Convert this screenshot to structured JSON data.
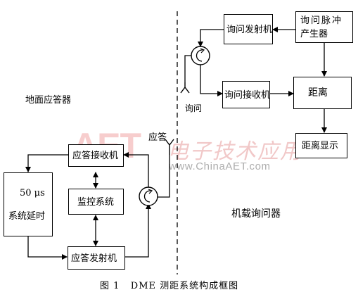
{
  "diagram": {
    "watermark": {
      "logo": "AET",
      "chinese": "电子技术应用",
      "url": "www.ChinaAET.com"
    },
    "labels": {
      "ground_transponder": "地面应答器",
      "transponder_antenna": "应答",
      "interrogator_antenna": "询问",
      "airborne_interrogator": "机载询问器"
    },
    "boxes": {
      "reply_receiver": "应答接收机",
      "delay_value": "50 μs",
      "delay_name": "系统延时",
      "monitor": "监控系统",
      "reply_transmitter": "应答发射机",
      "interrogation_transmitter": "询问发射机",
      "pulse_generator_1": "询问脉冲",
      "pulse_generator_2": "产生器",
      "interrogation_receiver": "询问接收机",
      "distance": "距离",
      "distance_display": "距离显示"
    },
    "caption": "图 1   DME 测距系统构成框图"
  }
}
